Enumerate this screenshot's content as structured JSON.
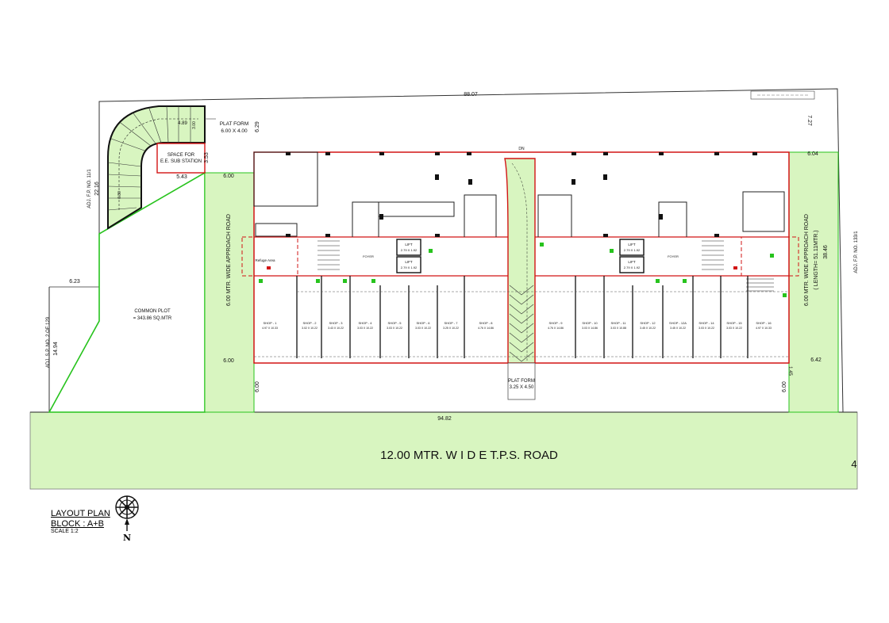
{
  "dimensions": {
    "top_overall": "88.07",
    "top_left_setback": "6.29",
    "top_right_setback": "7.27",
    "right_top": "6.04",
    "right_mid": "6.42",
    "left_road_top": "6.00",
    "left_road_bottom": "6.00",
    "left_width": "22.16",
    "left_lower": "14.94",
    "common_plot_offset": "6.23",
    "bottom_front": "94.82",
    "bottom_left_setback": "6.00",
    "bottom_right_setback": "6.00",
    "right_depth": "38.46",
    "substation_width": "5.43",
    "substation_depth": "3.53",
    "ramp_dim_a": "4.89",
    "ramp_dim_b": "3.00",
    "ramp_dim_c": "6.80",
    "right_small": "1.45"
  },
  "labels": {
    "platform_top": "PLAT FORM",
    "platform_top_size": "6.00 X 4.00",
    "substation_line1": "SPACE FOR",
    "substation_line2": "E.E. SUB STATION",
    "common_plot_line1": "COMMON PLOT",
    "common_plot_line2": "= 343.86 SQ.MTR",
    "left_approach_road": "6.00 MTR. WIDE APPROACH ROAD",
    "right_approach_road": "6.00 MTR. WIDE APPROACH ROAD",
    "right_approach_length": "( LENGTH= 51.11MTR.)",
    "left_adjacent": "ADJ. F.P. NO. 11/1",
    "left_adjacent_lower": "ADJ. S.P. NO. 2 OF 129",
    "right_adjacent": "ADJ. F.P. NO. 133/1",
    "platform_bottom": "PLAT FORM",
    "platform_bottom_size": "3.25 X 4.50",
    "main_road": "12.00 MTR.  W I D E  T.P.S.  ROAD",
    "dn": "DN",
    "lift1_left": "LIFT",
    "lift1_left_size": "2.79 X 1.92",
    "lift2_left": "LIFT",
    "lift2_left_size": "2.79 X 1.92",
    "lift1_right": "LIFT",
    "lift1_right_size": "2.79 X 1.92",
    "lift2_right": "LIFT",
    "lift2_right_size": "2.79 X 1.92",
    "refuge_area": "Refuge Area",
    "road_right_fragment": "4",
    "lobby": "FOYER"
  },
  "shops": [
    {
      "name": "SHOP - 1",
      "size": "4.97 X 10.33"
    },
    {
      "name": "SHOP - 2",
      "size": "3.02 X 10.22"
    },
    {
      "name": "SHOP - 3",
      "size": "3.43 X 10.22"
    },
    {
      "name": "SHOP - 4",
      "size": "3.03 X 10.22"
    },
    {
      "name": "SHOP - 5",
      "size": "3.03 X 10.22"
    },
    {
      "name": "SHOP - 6",
      "size": "3.03 X 10.22"
    },
    {
      "name": "SHOP - 7",
      "size": "3.25 X 10.22"
    },
    {
      "name": "SHOP - 8",
      "size": "4.76 X 14.86"
    },
    {
      "name": "SHOP - 9",
      "size": "4.76 X 14.86"
    },
    {
      "name": "SHOP - 10",
      "size": "3.03 X 14.86"
    },
    {
      "name": "SHOP - 11",
      "size": "3.03 X 10.88"
    },
    {
      "name": "SHOP - 12",
      "size": "3.45 X 10.22"
    },
    {
      "name": "SHOP - 12A",
      "size": "3.45 X 10.22"
    },
    {
      "name": "SHOP - 14",
      "size": "3.03 X 10.22"
    },
    {
      "name": "SHOP - 15",
      "size": "3.03 X 10.22"
    },
    {
      "name": "SHOP - 16",
      "size": "4.97 X 10.33"
    }
  ],
  "legend": {
    "title": "LAYOUT PLAN",
    "block": "BLOCK : A+B",
    "scale": "SCALE 1:2"
  },
  "north_letter": "N",
  "colors": {
    "green_fill": "#d8f5c0",
    "green_line": "#27c31d",
    "red_line": "#d21414",
    "ink": "#111111"
  }
}
